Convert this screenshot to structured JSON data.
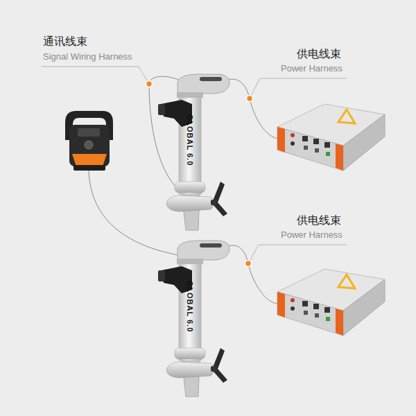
{
  "diagram": {
    "nodes": [
      {
        "text": [
          "GLOBAL 6.0"
        ]
      },
      {
        "text": [
          "GLOBAL 6.0"
        ]
      }
    ],
    "labels": [
      "通讯线束",
      "Signal Wiring Harness",
      "供电线束",
      "Power Harness",
      "供电线束",
      "Power Harness"
    ]
  }
}
